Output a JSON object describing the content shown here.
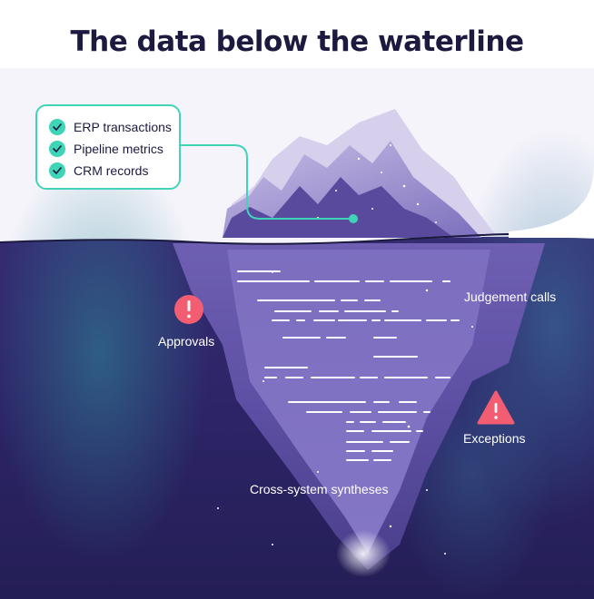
{
  "title": "The data below the waterline",
  "legend": {
    "items": [
      {
        "label": "ERP transactions",
        "icon": "check-icon"
      },
      {
        "label": "Pipeline metrics",
        "icon": "check-icon"
      },
      {
        "label": "CRM records",
        "icon": "check-icon"
      }
    ]
  },
  "labels": {
    "judgement": "Judgement calls",
    "approvals": "Approvals",
    "exceptions": "Exceptions",
    "cross_system": "Cross-system syntheses"
  },
  "colors": {
    "accent": "#3fd3b8",
    "alert": "#f25d72",
    "ink": "#1c1a3f",
    "deep_water": "#2b2463"
  }
}
